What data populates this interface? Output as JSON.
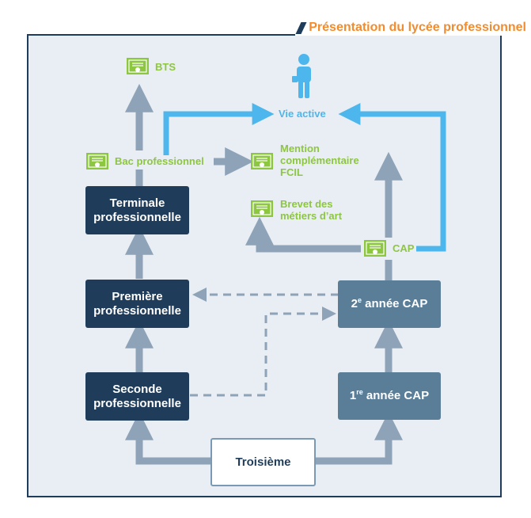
{
  "header": {
    "title": "Présentation du lycée professionnel"
  },
  "nodes": {
    "troisieme": "Troisième",
    "seconde_pro": "Seconde professionnelle",
    "premiere_pro": "Première professionnelle",
    "terminale_pro": "Terminale professionnelle",
    "cap1": {
      "num": "1",
      "sup": "re",
      "text": " année CAP"
    },
    "cap2": {
      "num": "2",
      "sup": "e",
      "text": " année CAP"
    }
  },
  "diplomas": {
    "bts": "BTS",
    "bac_pro": "Bac professionnel",
    "mention_complementaire": [
      "Mention",
      "complémentaire",
      "FCIL"
    ],
    "brevet_metiers_art": [
      "Brevet des",
      "métiers d’art"
    ],
    "cap": "CAP"
  },
  "vie_active": "Vie active",
  "colors": {
    "accent_orange": "#f28c2e",
    "navy": "#1f3d5a",
    "mid_blue": "#5a7d98",
    "arrow_grey": "#8ea3b8",
    "sky_blue": "#4db6ec",
    "diploma_green": "#8dc63f",
    "frame_bg": "#e9eef4"
  },
  "icons": {
    "diploma": "diploma-certificate-icon",
    "person": "worker-person-icon"
  }
}
